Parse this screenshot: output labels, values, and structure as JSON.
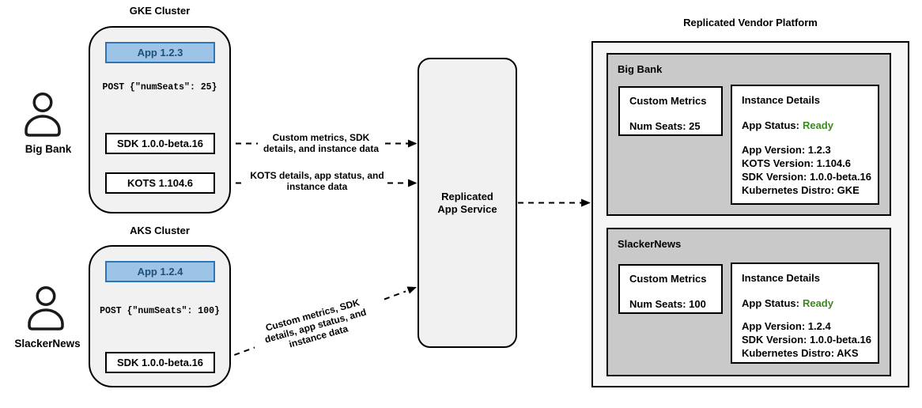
{
  "colors": {
    "line": "#000000",
    "cluster_fill": "#f1f1f1",
    "service_fill": "#f1f1f1",
    "platform_fill": "#f6f6f6",
    "panel_fill": "#c9c9c9",
    "box_fill": "#ffffff",
    "app_fill": "#9dc3e6",
    "app_border": "#2e75b6",
    "app_text": "#1f4e79",
    "status_ready_green": "#3a8a1e"
  },
  "actors": [
    {
      "name": "Big Bank"
    },
    {
      "name": "SlackerNews"
    }
  ],
  "clusters": [
    {
      "title": "GKE Cluster",
      "app_box": "App 1.2.3",
      "post_request": "POST {\"numSeats\": 25}",
      "sdk_box": "SDK 1.0.0-beta.16",
      "kots_box": "KOTS 1.104.6"
    },
    {
      "title": "AKS Cluster",
      "app_box": "App 1.2.4",
      "post_request": "POST {\"numSeats\": 100}",
      "sdk_box": "SDK 1.0.0-beta.16"
    }
  ],
  "flows": [
    {
      "label": "Custom metrics, SDK details, and instance data"
    },
    {
      "label": "KOTS details, app status, and instance data"
    },
    {
      "label": "Custom metrics, SDK details, app status, and instance data"
    }
  ],
  "service": {
    "label": "Replicated App Service"
  },
  "platform": {
    "title": "Replicated Vendor Platform",
    "tenants": [
      {
        "name": "Big Bank",
        "custom_metrics": {
          "title": "Custom Metrics",
          "value": "Num Seats: 25"
        },
        "instance_details": {
          "title": "Instance Details",
          "status_label": "App Status:",
          "status_value": "Ready",
          "fields": [
            "App Version: 1.2.3",
            "KOTS Version: 1.104.6",
            "SDK Version: 1.0.0-beta.16",
            "Kubernetes Distro: GKE"
          ]
        }
      },
      {
        "name": "SlackerNews",
        "custom_metrics": {
          "title": "Custom Metrics",
          "value": "Num Seats: 100"
        },
        "instance_details": {
          "title": "Instance Details",
          "status_label": "App Status:",
          "status_value": "Ready",
          "fields": [
            "App Version: 1.2.4",
            "SDK Version: 1.0.0-beta.16",
            "Kubernetes Distro: AKS"
          ]
        }
      }
    ]
  }
}
